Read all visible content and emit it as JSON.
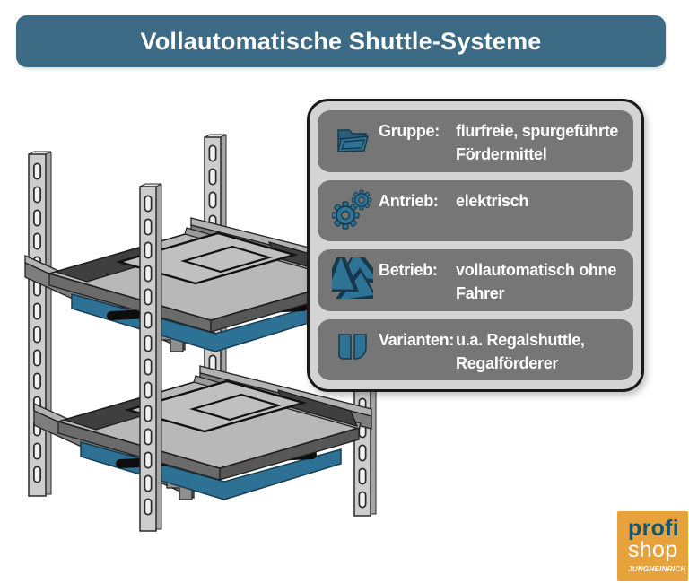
{
  "title": "Vollautomatische Shuttle-Systeme",
  "info_panel": {
    "rows": [
      {
        "icon": "folder-open-icon",
        "label": "Gruppe:",
        "value": "flurfreie, spurgeführte\nFördermittel"
      },
      {
        "icon": "gears-icon",
        "label": "Antrieb:",
        "value": "elektrisch"
      },
      {
        "icon": "cycle-arrows-icon",
        "label": "Betrieb:",
        "value": "vollautomatisch ohne\nFahrer"
      },
      {
        "icon": "pages-icon",
        "label": "Varianten:",
        "value": "u.a. Regalshuttle,\nRegalförderer"
      }
    ]
  },
  "logo": {
    "word1": "profi",
    "word2": "shop",
    "brand": "JUNGHEINRICH"
  },
  "colors": {
    "banner_bg": "#3d6b85",
    "panel_bg": "#d4d4d4",
    "row_bg": "#767676",
    "icon_teal": "#2e7296",
    "rack_teal": "#2d7195",
    "logo_orange": "#e8a23b",
    "logo_word1": "#16566d"
  }
}
